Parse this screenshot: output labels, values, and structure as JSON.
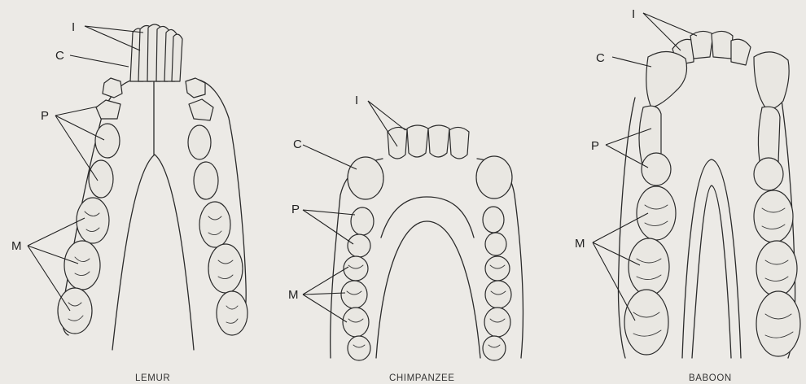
{
  "labels": {
    "incisor": "I",
    "canine": "C",
    "premolar": "P",
    "molar": "M"
  },
  "captions": {
    "lemur": "LEMUR",
    "chimpanzee": "CHIMPANZEE",
    "baboon": "BABOON"
  }
}
